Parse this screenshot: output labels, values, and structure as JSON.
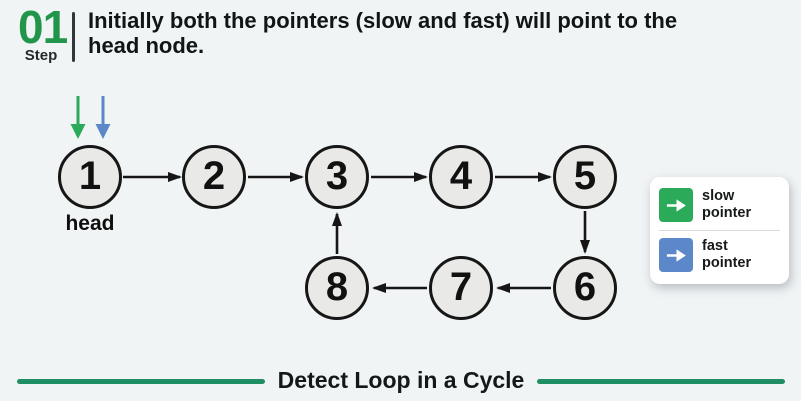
{
  "header": {
    "step_number": "01",
    "step_label": "Step",
    "title_lines": [
      "Initially both the pointers (slow and fast) will point to the",
      "head node."
    ]
  },
  "diagram": {
    "head_label": "head",
    "nodes": [
      "1",
      "2",
      "3",
      "4",
      "5",
      "6",
      "7",
      "8"
    ],
    "edges": [
      "1-2",
      "2-3",
      "3-4",
      "4-5",
      "5-6",
      "6-7",
      "7-8",
      "8-3"
    ],
    "pointers": [
      {
        "name": "slow",
        "at_node": "1",
        "color": "#2BAA5A"
      },
      {
        "name": "fast",
        "at_node": "1",
        "color": "#5C88C9"
      }
    ]
  },
  "legend": {
    "items": [
      {
        "label": "slow pointer",
        "icon": "arrow-right-icon",
        "color": "#2BAA5A"
      },
      {
        "label": "fast pointer",
        "icon": "arrow-right-icon",
        "color": "#5C88C9"
      }
    ]
  },
  "footer": {
    "title": "Detect Loop in a Cycle"
  },
  "theme": {
    "background": "#F1F4F5",
    "step_green": "#21964B",
    "slow_green": "#2BAA5A",
    "fast_blue": "#5C88C9",
    "line_green": "#1F8F63",
    "node_fill": "#E9E9E7",
    "node_border": "#161616",
    "text_dark": "#121517"
  }
}
